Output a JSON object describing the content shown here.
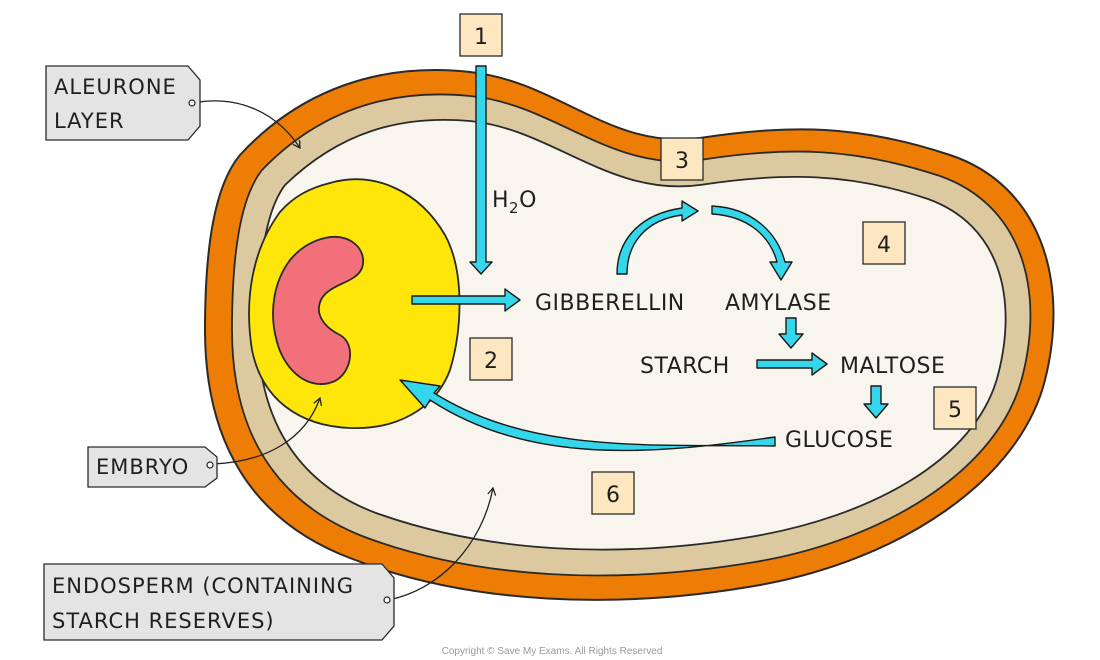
{
  "labels": {
    "aleurone_line1": "ALEURONE",
    "aleurone_line2": "LAYER",
    "embryo": "EMBRYO",
    "endosperm_line1": "ENDOSPERM (CONTAINING",
    "endosperm_line2": "STARCH RESERVES)"
  },
  "process": {
    "water_h": "H",
    "water_sub": "2",
    "water_o": "O",
    "gibberellin": "GIBBERELLIN",
    "amylase": "AMYLASE",
    "starch": "STARCH",
    "maltose": "MALTOSE",
    "glucose": "GLUCOSE"
  },
  "steps": [
    "1",
    "2",
    "3",
    "4",
    "5",
    "6"
  ],
  "copyright": "Copyright © Save My Exams. All Rights Reserved",
  "colors": {
    "seed_coat": "#ee7d05",
    "aleurone": "#dcc9a0",
    "endosperm": "#f7f5ee",
    "embryo": "#ffe60a",
    "embryo_inner": "#f2707a",
    "arrow": "#33d6ea",
    "step_box": "#fde7c1",
    "tag_box": "#e4e4e4"
  }
}
